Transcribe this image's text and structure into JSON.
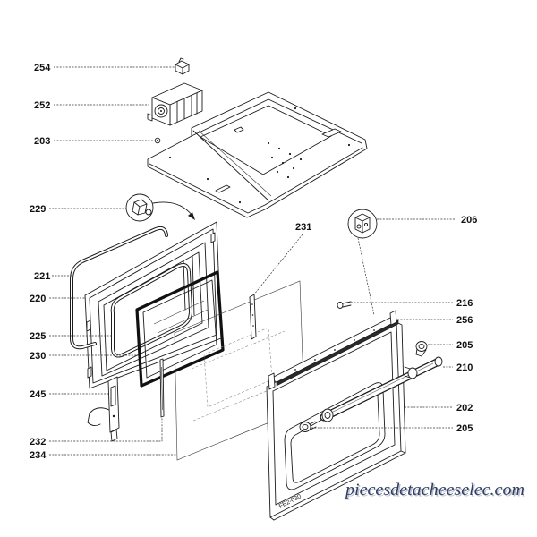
{
  "callouts": [
    "254",
    "252",
    "203",
    "229",
    "221",
    "220",
    "225",
    "230",
    "245",
    "232",
    "234",
    "231",
    "206",
    "216",
    "256",
    "205",
    "210",
    "202",
    "205"
  ],
  "drawing_code": "FE2-030",
  "watermark": "piecesdetacheeselec.com"
}
